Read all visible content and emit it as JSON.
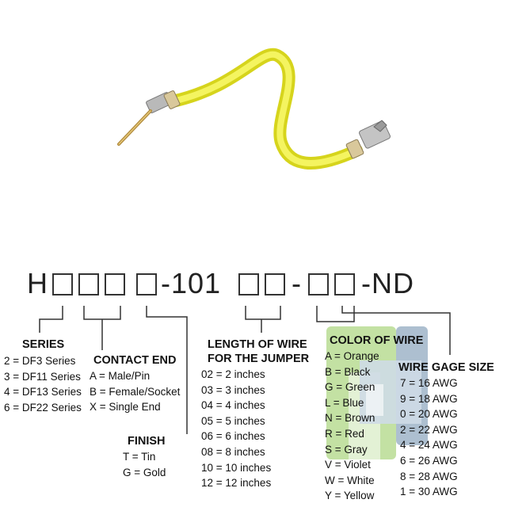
{
  "part_number": {
    "prefix": "H",
    "middle": "-101",
    "sep": "-",
    "suffix": "-ND"
  },
  "series": {
    "title": "SERIES",
    "items": [
      "2 = DF3 Series",
      "3 = DF11 Series",
      "4 = DF13 Series",
      "6 = DF22 Series"
    ]
  },
  "contact_end": {
    "title": "CONTACT END",
    "items": [
      "A = Male/Pin",
      "B = Female/Socket",
      "X = Single End"
    ]
  },
  "finish": {
    "title": "FINISH",
    "items": [
      "T = Tin",
      "G = Gold"
    ]
  },
  "length": {
    "title_line1": "LENGTH OF WIRE",
    "title_line2": "FOR THE JUMPER",
    "items": [
      "02 = 2 inches",
      "03 = 3 inches",
      "04 = 4 inches",
      "05 = 5 inches",
      "06 = 6 inches",
      "08 = 8 inches",
      "10 = 10 inches",
      "12 = 12 inches"
    ]
  },
  "color": {
    "title": "COLOR OF WIRE",
    "items": [
      "A = Orange",
      "B = Black",
      "G = Green",
      "L = Blue",
      "N = Brown",
      "R = Red",
      "S = Gray",
      "V = Violet",
      "W = White",
      "Y = Yellow"
    ]
  },
  "gage": {
    "title": "WIRE GAGE SIZE",
    "items": [
      "7 = 16 AWG",
      "9 = 18 AWG",
      "0 = 20 AWG",
      "2 = 22 AWG",
      "4 = 24 AWG",
      "6 = 26 AWG",
      "8 = 28 AWG",
      "1 = 30 AWG"
    ]
  },
  "colors": {
    "wire": "#f2f23a",
    "wire_dark": "#d6d41c",
    "watermark_green": "#b9dc93",
    "watermark_blue": "#9fb4c8"
  }
}
